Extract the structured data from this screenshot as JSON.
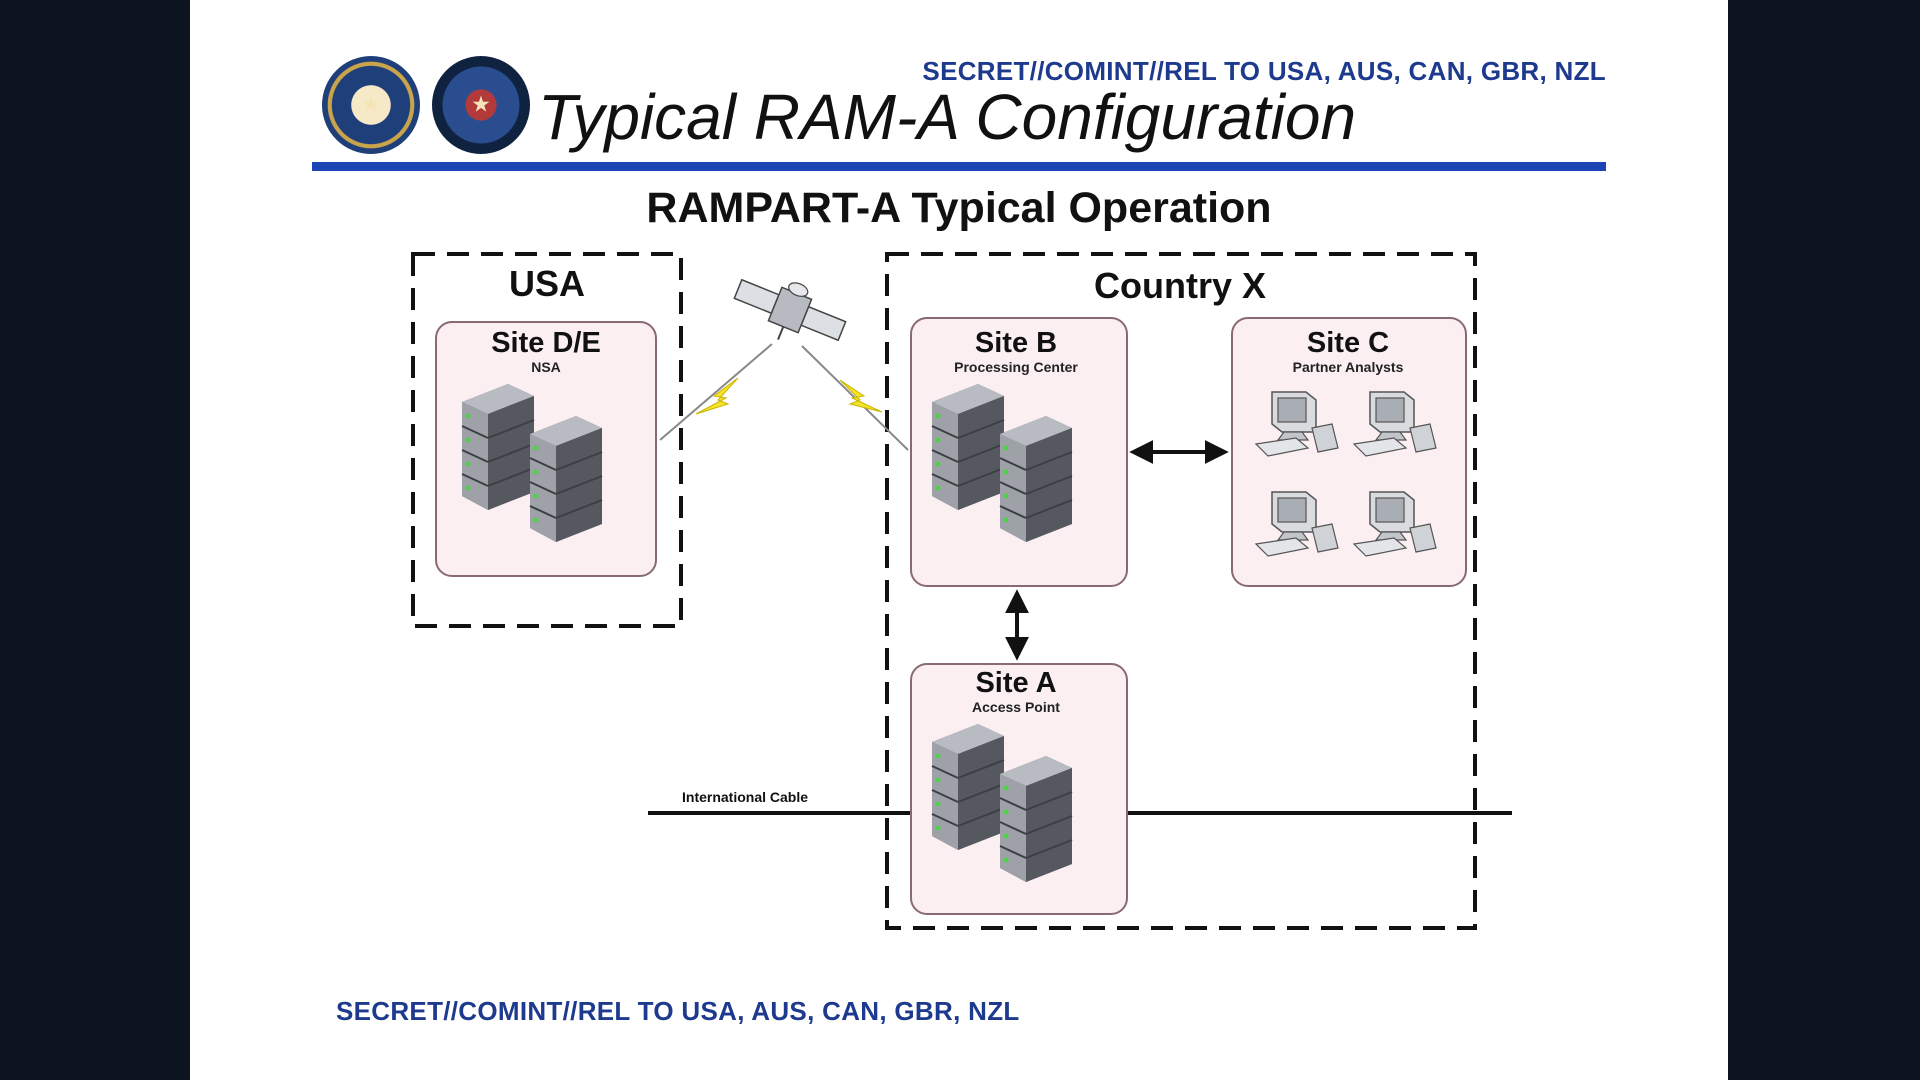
{
  "header": {
    "classification": "SECRET//COMINT//REL TO USA, AUS, CAN, GBR, NZL",
    "title": "Typical RAM-A Configuration",
    "seals": [
      "nsa-seal-icon",
      "central-security-service-seal-icon"
    ]
  },
  "diagram": {
    "title": "RAMPART-A Typical Operation",
    "regions": {
      "usa": "USA",
      "country_x": "Country X"
    },
    "sites": {
      "site_de": {
        "title": "Site D/E",
        "subtitle": "NSA"
      },
      "site_b": {
        "title": "Site B",
        "subtitle": "Processing Center"
      },
      "site_c": {
        "title": "Site C",
        "subtitle": "Partner Analysts"
      },
      "site_a": {
        "title": "Site A",
        "subtitle": "Access Point"
      }
    },
    "cable_label": "International Cable",
    "icons": [
      "satellite-icon",
      "lightning-bolt-icon",
      "server-rack-icon",
      "workstation-icon"
    ],
    "colors": {
      "site_fill": "#fbeff2",
      "site_border": "#8a6a72",
      "rule": "#1b45b4",
      "classification": "#1d3a8e",
      "bolt": "#f5e52a"
    }
  },
  "footer": {
    "classification": "SECRET//COMINT//REL TO USA, AUS, CAN, GBR, NZL"
  }
}
